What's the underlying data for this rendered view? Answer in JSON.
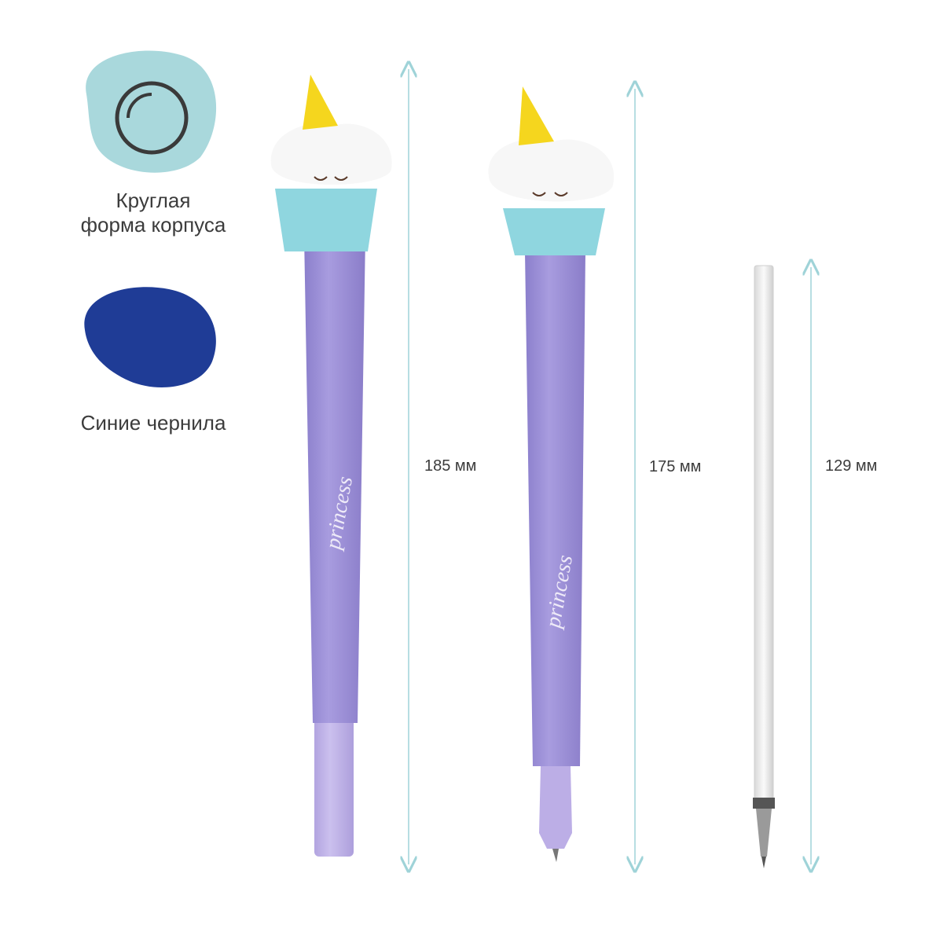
{
  "features": [
    {
      "icon": "round-body-icon",
      "line1": "Круглая",
      "line2": "форма корпуса",
      "color": "#a9d8dc"
    },
    {
      "icon": "ink-blob-icon",
      "label": "Синие чернила",
      "color": "#1f3c96"
    }
  ],
  "products": [
    {
      "name": "pen-with-cap",
      "length_label": "185 мм",
      "brand_text": "princess"
    },
    {
      "name": "pen-without-cap",
      "length_label": "175 мм",
      "brand_text": "princess"
    },
    {
      "name": "refill",
      "length_label": "129 мм"
    }
  ],
  "colors": {
    "body": "#9d8fd6",
    "cap": "#bcaee6",
    "cupcake": "#8fd6df",
    "horn": "#f5d61e",
    "arrow": "#9fd3d8"
  }
}
